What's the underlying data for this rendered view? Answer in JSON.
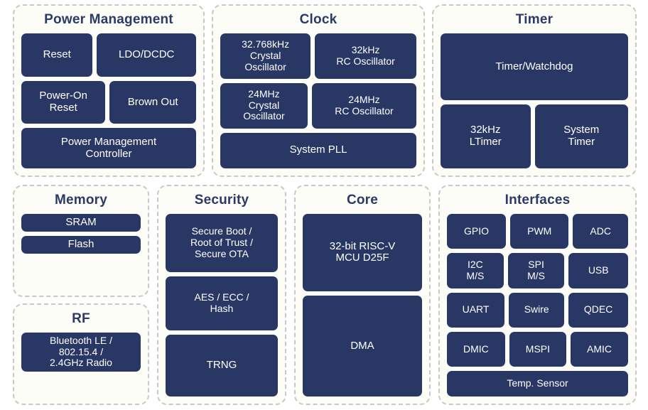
{
  "theme": {
    "block_fill": "#293765",
    "block_text": "#ffffff",
    "group_border": "#c8c8c8",
    "group_fill": "#fdfdf7",
    "title_color": "#2b3a66",
    "page_background": "#ffffff"
  },
  "groups": {
    "power_management": {
      "title": "Power Management",
      "blocks": [
        {
          "label": "Reset"
        },
        {
          "label": "LDO/DCDC"
        },
        {
          "label": "Power-On\nReset"
        },
        {
          "label": "Brown Out"
        },
        {
          "label": "Power Management\nController"
        }
      ]
    },
    "clock": {
      "title": "Clock",
      "blocks": [
        {
          "label": "32.768kHz\nCrystal\nOscillator"
        },
        {
          "label": "32kHz\nRC Oscillator"
        },
        {
          "label": "24MHz\nCrystal\nOscillator"
        },
        {
          "label": "24MHz\nRC Oscillator"
        },
        {
          "label": "System PLL"
        }
      ]
    },
    "timer": {
      "title": "Timer",
      "blocks": [
        {
          "label": "Timer/Watchdog"
        },
        {
          "label": "32kHz\nLTimer"
        },
        {
          "label": "System\nTimer"
        }
      ]
    },
    "memory": {
      "title": "Memory",
      "blocks": [
        {
          "label": "SRAM"
        },
        {
          "label": "Flash"
        }
      ]
    },
    "rf": {
      "title": "RF",
      "blocks": [
        {
          "label": "Bluetooth LE /\n802.15.4 /\n2.4GHz Radio"
        }
      ]
    },
    "security": {
      "title": "Security",
      "blocks": [
        {
          "label": "Secure Boot /\nRoot of Trust /\nSecure OTA"
        },
        {
          "label": "AES / ECC /\nHash"
        },
        {
          "label": "TRNG"
        }
      ]
    },
    "core": {
      "title": "Core",
      "blocks": [
        {
          "label": "32-bit RISC-V\nMCU D25F"
        },
        {
          "label": "DMA"
        }
      ]
    },
    "interfaces": {
      "title": "Interfaces",
      "blocks": [
        {
          "label": "GPIO"
        },
        {
          "label": "PWM"
        },
        {
          "label": "ADC"
        },
        {
          "label": "I2C\nM/S"
        },
        {
          "label": "SPI\nM/S"
        },
        {
          "label": "USB"
        },
        {
          "label": "UART"
        },
        {
          "label": "Swire"
        },
        {
          "label": "QDEC"
        },
        {
          "label": "DMIC"
        },
        {
          "label": "MSPI"
        },
        {
          "label": "AMIC"
        },
        {
          "label": "Temp. Sensor"
        }
      ]
    }
  }
}
